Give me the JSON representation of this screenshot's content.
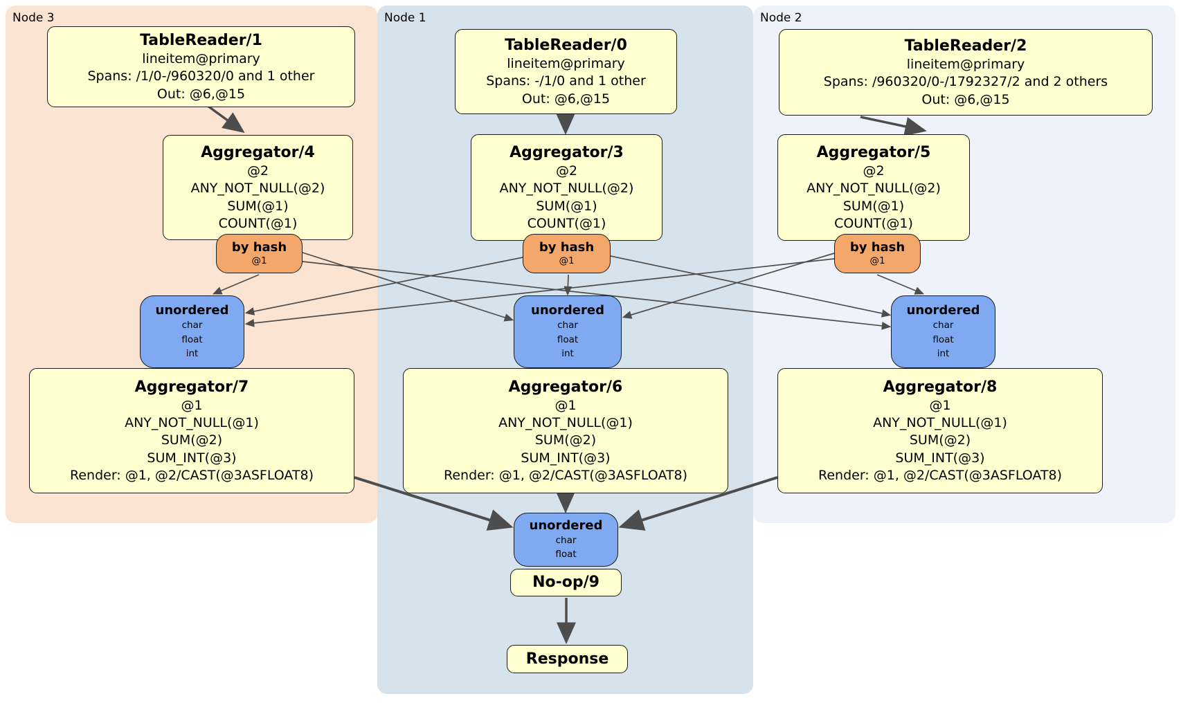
{
  "regions": {
    "node3": {
      "label": "Node 3"
    },
    "node1": {
      "label": "Node 1"
    },
    "node2": {
      "label": "Node 2"
    }
  },
  "processors": {
    "tr1": {
      "title": "TableReader/1",
      "lines": [
        "lineitem@primary",
        "Spans: /1/0-/960320/0 and 1 other",
        "Out: @6,@15"
      ]
    },
    "tr0": {
      "title": "TableReader/0",
      "lines": [
        "lineitem@primary",
        "Spans: -/1/0 and 1 other",
        "Out: @6,@15"
      ]
    },
    "tr2": {
      "title": "TableReader/2",
      "lines": [
        "lineitem@primary",
        "Spans: /960320/0-/1792327/2 and 2 others",
        "Out: @6,@15"
      ]
    },
    "agg4": {
      "title": "Aggregator/4",
      "lines": [
        "@2",
        "ANY_NOT_NULL(@2)",
        "SUM(@1)",
        "COUNT(@1)"
      ]
    },
    "agg3": {
      "title": "Aggregator/3",
      "lines": [
        "@2",
        "ANY_NOT_NULL(@2)",
        "SUM(@1)",
        "COUNT(@1)"
      ]
    },
    "agg5": {
      "title": "Aggregator/5",
      "lines": [
        "@2",
        "ANY_NOT_NULL(@2)",
        "SUM(@1)",
        "COUNT(@1)"
      ]
    },
    "agg7": {
      "title": "Aggregator/7",
      "lines": [
        "@1",
        "ANY_NOT_NULL(@1)",
        "SUM(@2)",
        "SUM_INT(@3)",
        "Render: @1, @2/CAST(@3ASFLOAT8)"
      ]
    },
    "agg6": {
      "title": "Aggregator/6",
      "lines": [
        "@1",
        "ANY_NOT_NULL(@1)",
        "SUM(@2)",
        "SUM_INT(@3)",
        "Render: @1, @2/CAST(@3ASFLOAT8)"
      ]
    },
    "agg8": {
      "title": "Aggregator/8",
      "lines": [
        "@1",
        "ANY_NOT_NULL(@1)",
        "SUM(@2)",
        "SUM_INT(@3)",
        "Render: @1, @2/CAST(@3ASFLOAT8)"
      ]
    },
    "noop": {
      "title": "No-op/9"
    },
    "response": {
      "title": "Response"
    }
  },
  "routers": {
    "hash3": {
      "title": "by hash",
      "sub": "@1"
    },
    "hash1": {
      "title": "by hash",
      "sub": "@1"
    },
    "hash2": {
      "title": "by hash",
      "sub": "@1"
    }
  },
  "syncs": {
    "un3": {
      "title": "unordered",
      "items": [
        "char",
        "float",
        "int"
      ]
    },
    "un1": {
      "title": "unordered",
      "items": [
        "char",
        "float",
        "int"
      ]
    },
    "un2": {
      "title": "unordered",
      "items": [
        "char",
        "float",
        "int"
      ]
    },
    "unfinal": {
      "title": "unordered",
      "items": [
        "char",
        "float"
      ]
    }
  },
  "colors": {
    "node3_bg": "#fce4d3",
    "node1_bg": "#d6e2ec",
    "node2_bg": "#edf2fb",
    "processor_bg": "#ffffcf",
    "router_bg": "#f4a76a",
    "sync_bg": "#7fa9f0",
    "edge": "#4d4d4d",
    "border": "#1a1a1a"
  }
}
